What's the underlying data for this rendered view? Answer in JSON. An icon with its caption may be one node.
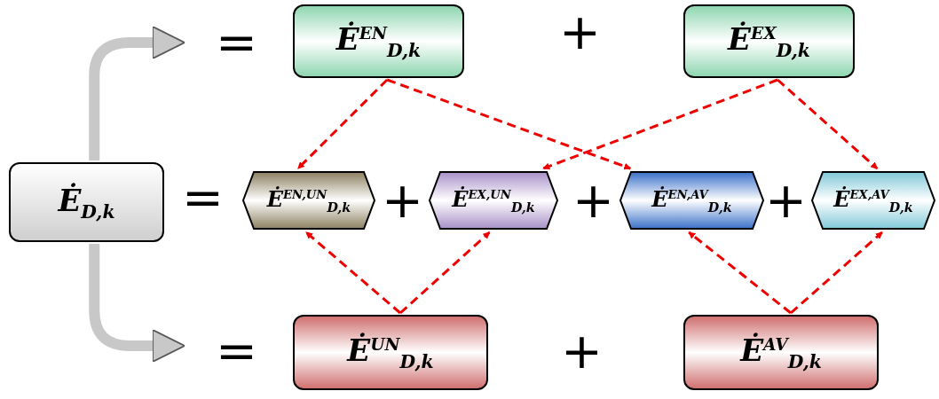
{
  "diagram": {
    "nodes": [
      {
        "text": [
          "Ė$_{D,k}$"
        ]
      },
      {
        "text": [
          "Ė$^{EN}$$_{D,k}$"
        ]
      },
      {
        "text": [
          "Ė$^{EX}$$_{D,k}$"
        ]
      },
      {
        "text": [
          "Ė$^{EN,UN}$$_{D,k}$"
        ]
      },
      {
        "text": [
          "Ė$^{EX,UN}$$_{D,k}$"
        ]
      },
      {
        "text": [
          "Ė$^{EN,AV}$$_{D,k}$"
        ]
      },
      {
        "text": [
          "Ė$^{EX,AV}$$_{D,k}$"
        ]
      },
      {
        "text": [
          "Ė$^{UN}$$_{D,k}$"
        ]
      },
      {
        "text": [
          "Ė$^{AV}$$_{D,k}$"
        ]
      }
    ],
    "edges": [
      {
        "from": 0,
        "to": null,
        "arrow": "to",
        "style": "thick",
        "color": "#c8c8c8"
      },
      {
        "from": 0,
        "to": null,
        "arrow": "to",
        "style": "thick",
        "color": "#c8c8c8"
      },
      {
        "from": 1,
        "to": 3,
        "arrow": "to",
        "style": "dashed"
      },
      {
        "from": 1,
        "to": 5,
        "arrow": "to",
        "style": "dashed"
      },
      {
        "from": 2,
        "to": 4,
        "arrow": "to",
        "style": "dashed"
      },
      {
        "from": 2,
        "to": 6,
        "arrow": "to",
        "style": "dashed"
      },
      {
        "from": 7,
        "to": 3,
        "arrow": "to",
        "style": "dashed"
      },
      {
        "from": 7,
        "to": 4,
        "arrow": "to",
        "style": "dashed"
      },
      {
        "from": 8,
        "to": 5,
        "arrow": "to",
        "style": "dashed"
      },
      {
        "from": 8,
        "to": 6,
        "arrow": "to",
        "style": "dashed"
      }
    ],
    "labels": [
      "=",
      "+",
      "=",
      "+",
      "+",
      "+",
      "=",
      "+"
    ]
  }
}
